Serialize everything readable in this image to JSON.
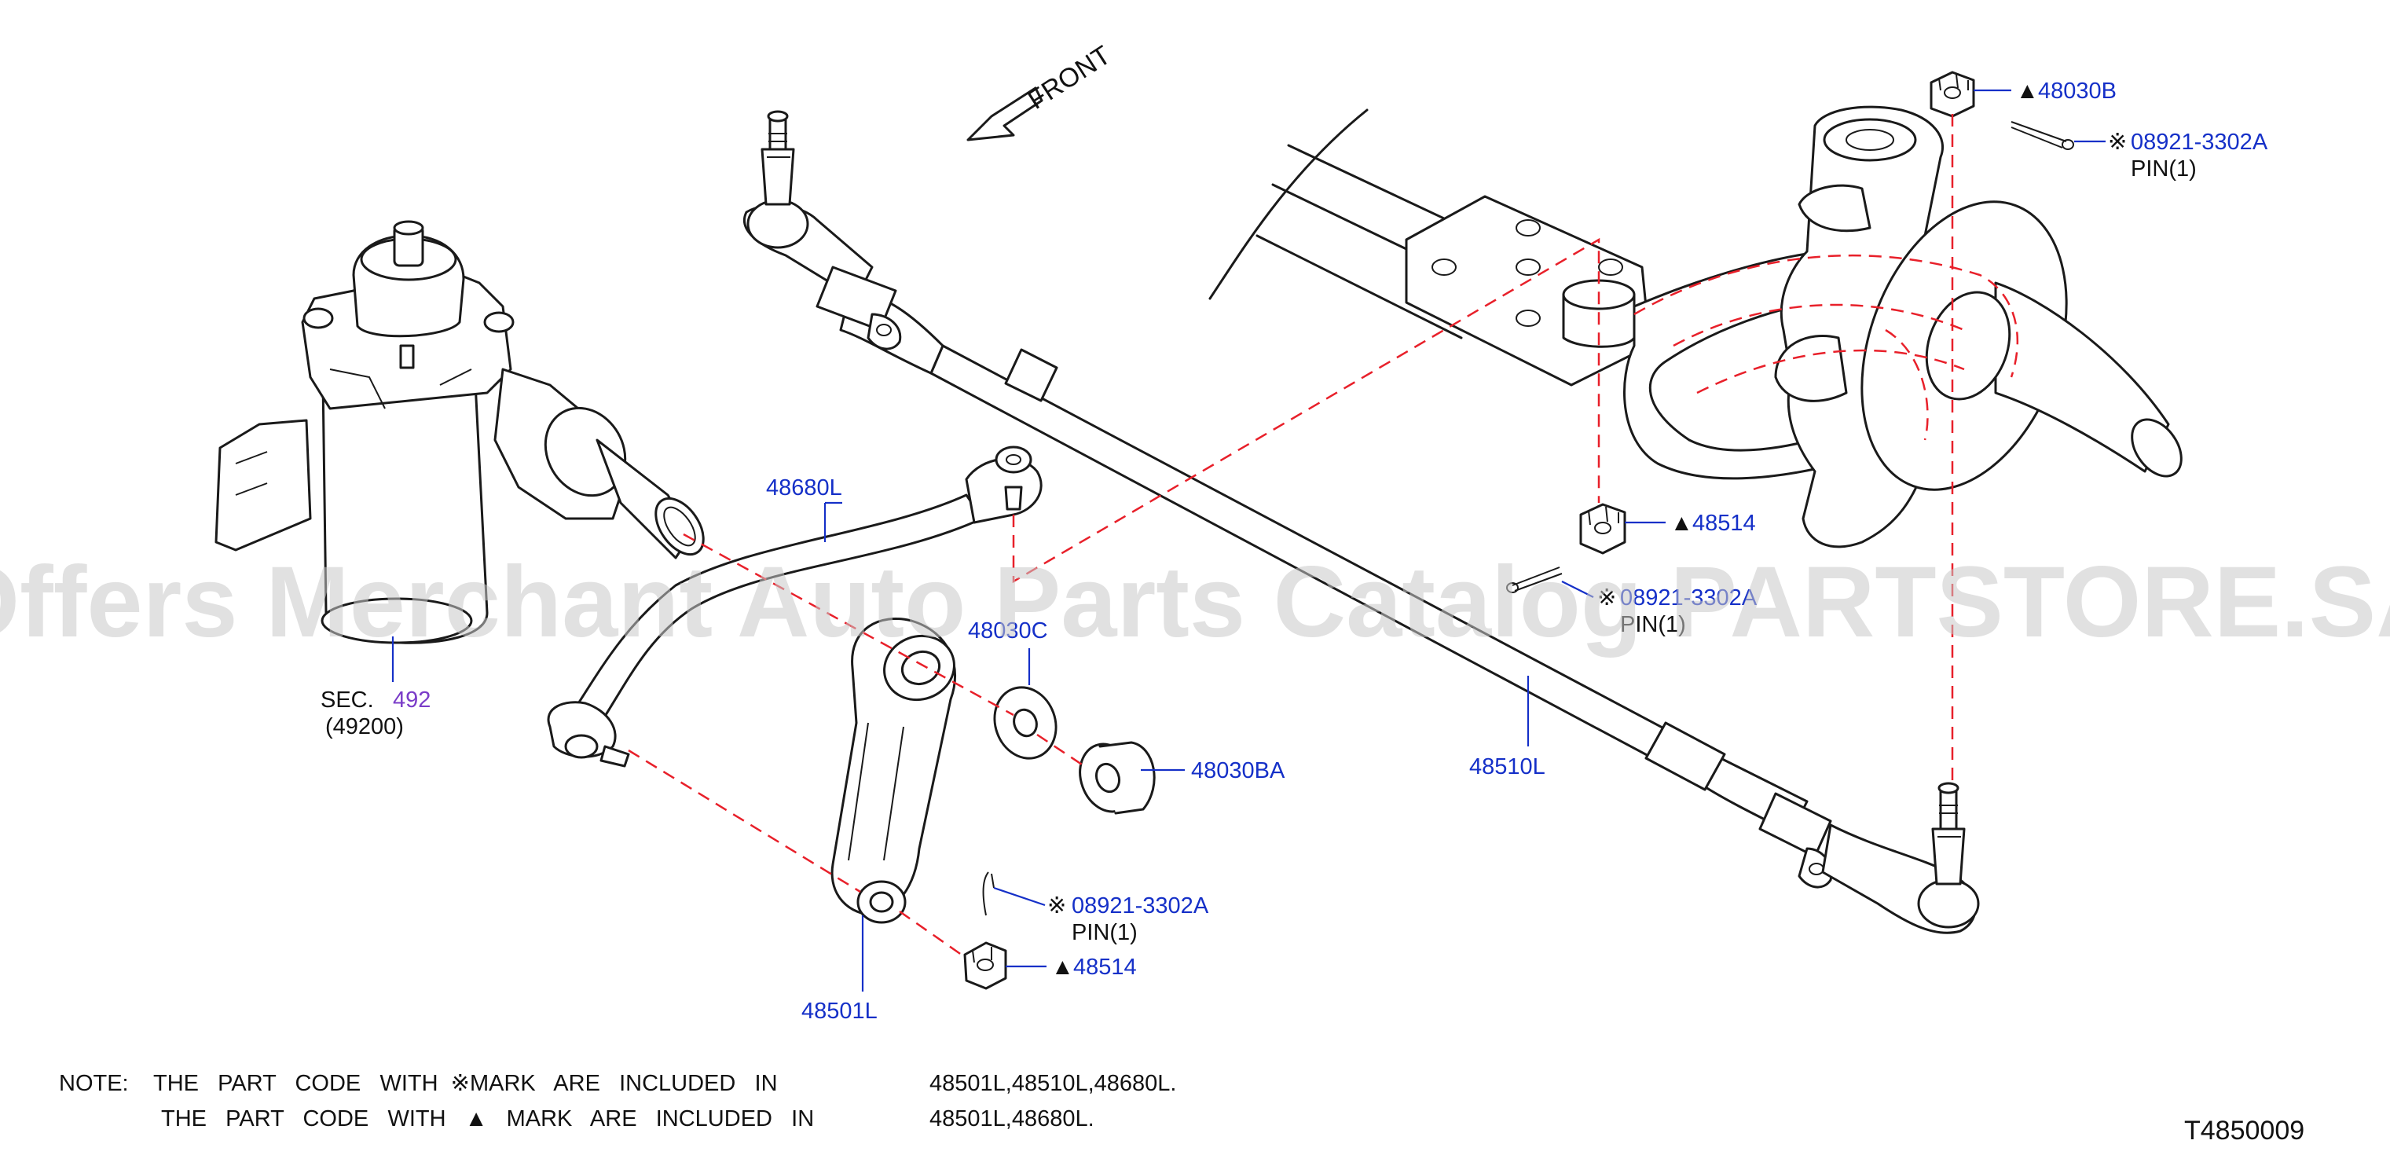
{
  "front": "FRONT",
  "watermark": "Offers Merchant Auto Parts Catalog PARTSTORE.SA",
  "labels": {
    "p48030B": "48030B",
    "p08921_top": "08921-3302A",
    "pin_top": "PIN(1)",
    "p48680L": "48680L",
    "p48514_mid": "48514",
    "p08921_mid": "08921-3302A",
    "pin_mid": "PIN(1)",
    "p48030C": "48030C",
    "p48030BA": "48030BA",
    "p48510L": "48510L",
    "sec": "SEC.",
    "sec_num": "492",
    "sec_sub": "(49200)",
    "p08921_low": "08921-3302A",
    "pin_low": "PIN(1)",
    "p48514_low": "48514",
    "p48501L": "48501L"
  },
  "marks": {
    "ref": "※",
    "tri": "▲"
  },
  "notes": {
    "prefix": "NOTE:",
    "line1": "THE   PART   CODE   WITH  ※MARK   ARE   INCLUDED   IN",
    "line1_parts": "48501L,48510L,48680L.",
    "line2": "THE   PART   CODE   WITH   ▲   MARK   ARE   INCLUDED   IN",
    "line2_parts": "48501L,48680L."
  },
  "diagram_code": "T4850009",
  "colors": {
    "label": "#1530c8",
    "section": "#7a3cc8",
    "dashed_guide": "#e8202a",
    "line": "#1a1a1a"
  }
}
